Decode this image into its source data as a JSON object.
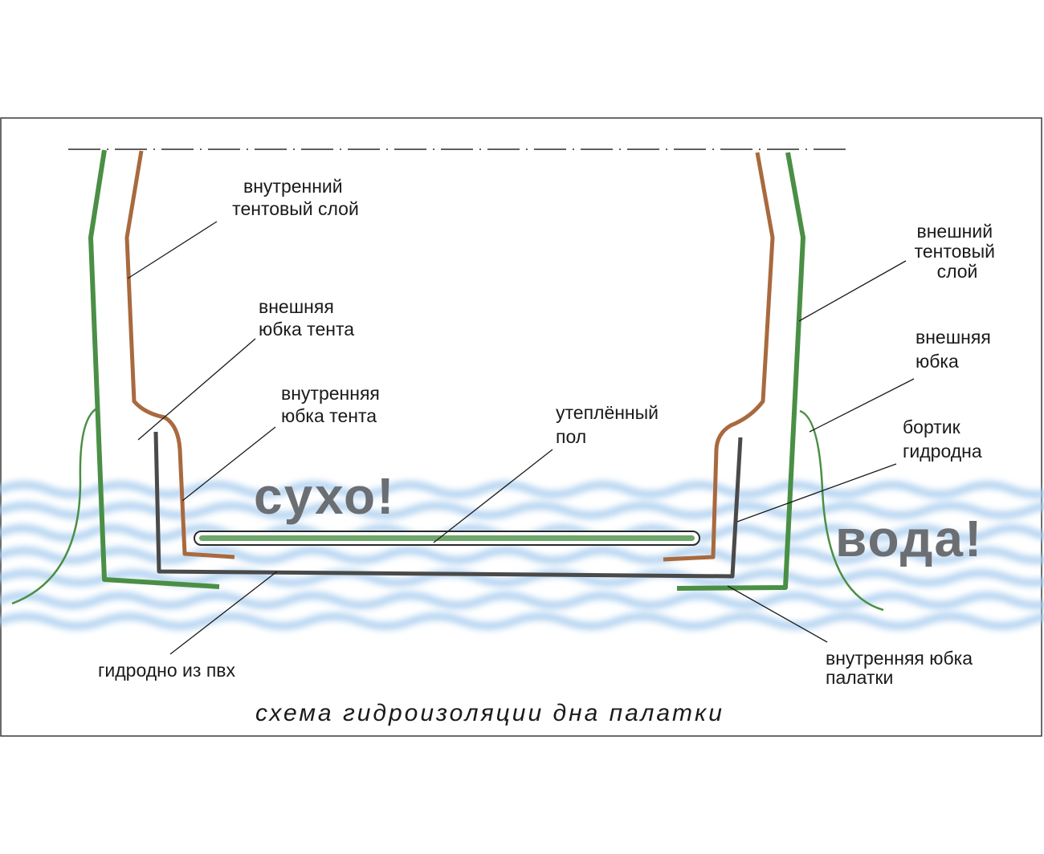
{
  "labels": {
    "inner_fly_layer": [
      "внутренний",
      "тентовый слой"
    ],
    "outer_fly_skirt": [
      "внешняя",
      "юбка тента"
    ],
    "inner_fly_skirt": [
      "внутренняя",
      "юбка тента"
    ],
    "insulated_floor": [
      "утеплённый",
      "пол"
    ],
    "outer_fly_layer": [
      "внешний",
      "тентовый",
      "слой"
    ],
    "outer_skirt": [
      "внешняя",
      "юбка"
    ],
    "groundsheet_rim": [
      "бортик",
      "гидродна"
    ],
    "pvc_groundsheet": "гидродно из пвх",
    "inner_tent_skirt": [
      "внутренняя юбка",
      "палатки"
    ]
  },
  "dry_text": "сухо!",
  "water_text": "вода!",
  "caption": "схема гидроизоляции дна палатки",
  "colors": {
    "outer_layer": "#4a8f45",
    "inner_layer": "#a86a3e",
    "groundsheet": "#4a4a4a",
    "floor_fill": "#6fa66a",
    "water": "#a9cdef",
    "frame": "#3a3a3a"
  }
}
